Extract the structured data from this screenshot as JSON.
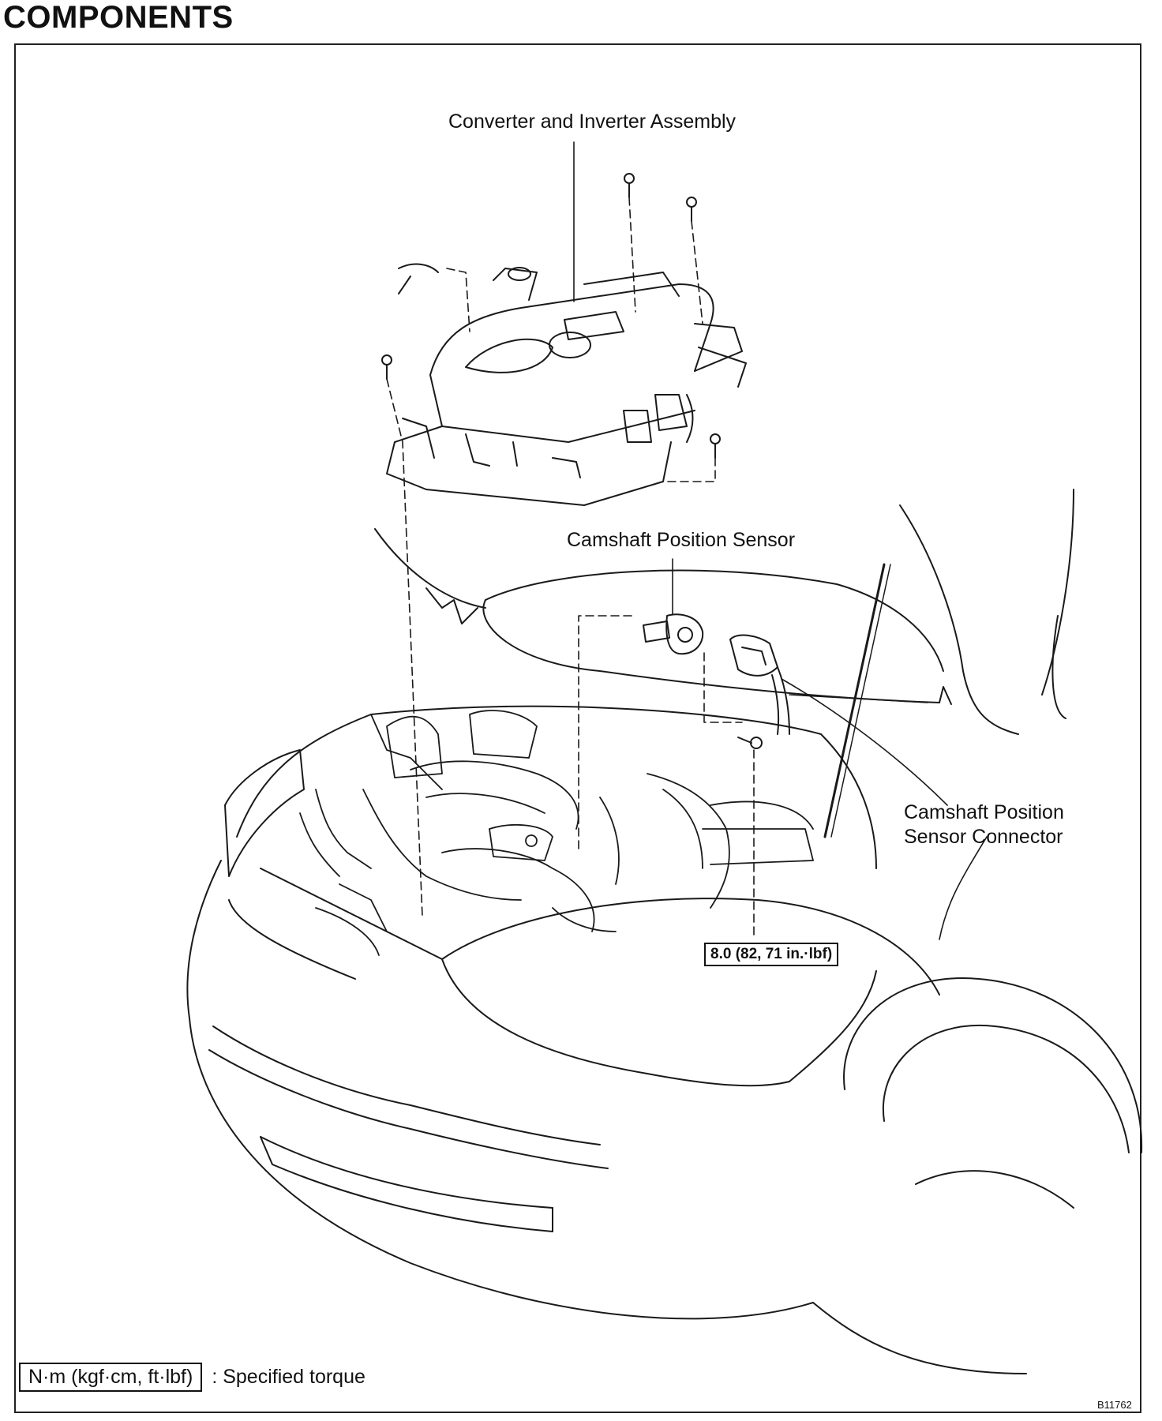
{
  "title": "COMPONENTS",
  "labels": {
    "converter": "Converter and Inverter Assembly",
    "cam_sensor": "Camshaft Position Sensor",
    "cam_connector_1": "Camshaft Position",
    "cam_connector_2": "Sensor Connector"
  },
  "torque_spec": "8.0 (82, 71 in.·lbf)",
  "legend": {
    "box": "N·m (kgf·cm, ft·lbf)",
    "text": ": Specified torque"
  },
  "figure_id": "B11762"
}
